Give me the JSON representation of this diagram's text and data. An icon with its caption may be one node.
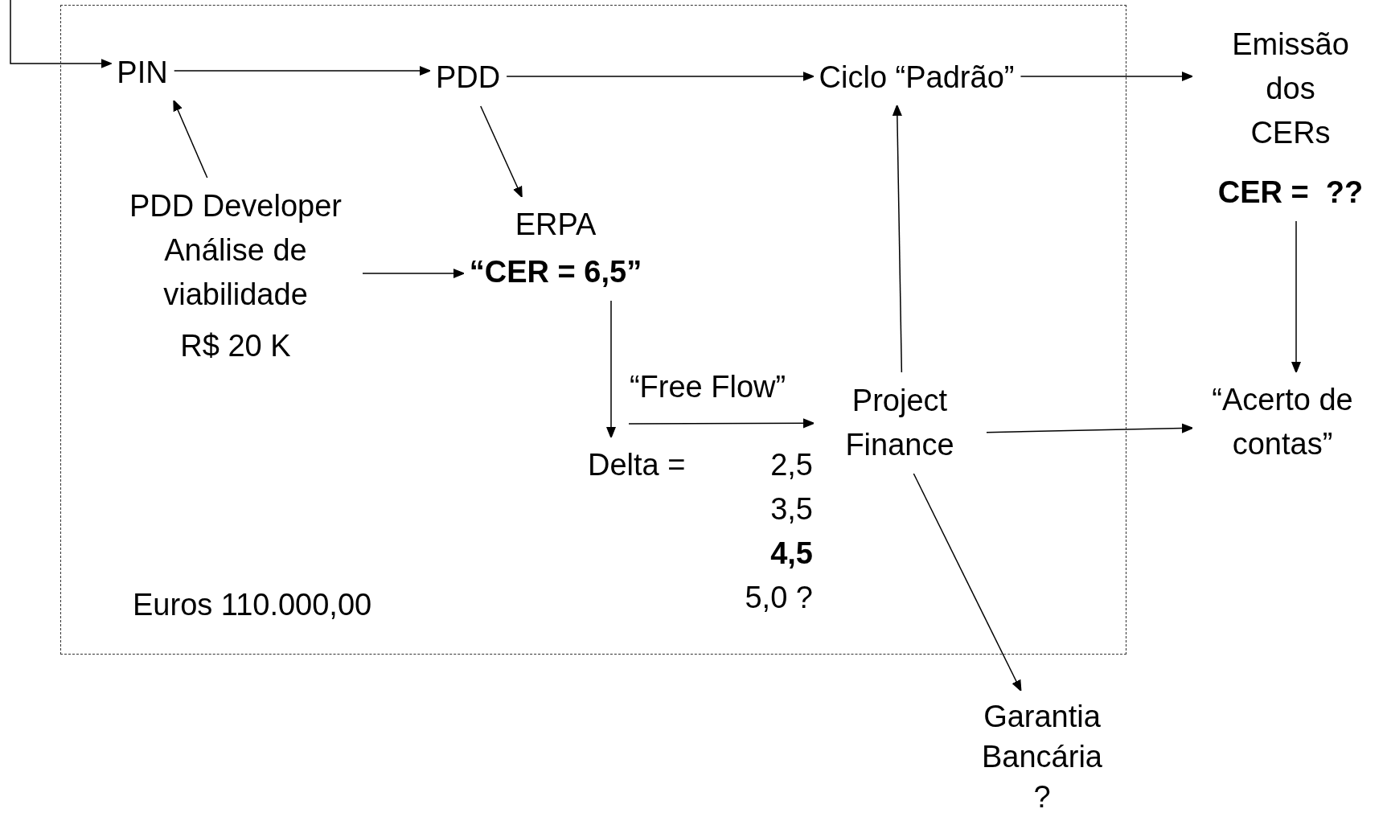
{
  "diagram": {
    "nodes": [
      {
        "text": [],
        "shape": "box"
      },
      {
        "text": [
          "PIN"
        ],
        "in": 0
      },
      {
        "text": [
          "PDD"
        ],
        "in": 0
      },
      {
        "text": [
          "Ciclo “Padrão”"
        ],
        "in": 0
      },
      {
        "text": [
          "Emissão dos CERs",
          "CER =  ??"
        ]
      },
      {
        "text": [
          "PDD Developer Análise de viabilidade",
          "R$ 20 K"
        ],
        "in": 0
      },
      {
        "text": [
          "ERPA",
          "“CER = 6,5”"
        ],
        "in": 0
      },
      {
        "text": [
          "Delta =",
          "2,5",
          "3,5",
          "4,5",
          "5,0 ?"
        ],
        "in": 0
      },
      {
        "text": [
          "Project Finance"
        ],
        "in": 0
      },
      {
        "text": [
          "“Acerto de contas”"
        ]
      },
      {
        "text": [
          "Garantia Bancária ?"
        ]
      }
    ],
    "edges": [
      {
        "from": null,
        "to": 1,
        "arrow": "to"
      },
      {
        "from": 1,
        "to": 2,
        "arrow": "to"
      },
      {
        "from": 5,
        "to": 1,
        "arrow": "to"
      },
      {
        "from": 2,
        "to": 3,
        "arrow": "to"
      },
      {
        "from": 2,
        "to": 6,
        "arrow": "to"
      },
      {
        "from": 5,
        "to": 6,
        "arrow": "to"
      },
      {
        "from": 6,
        "to": 7,
        "arrow": "to"
      },
      {
        "from": 7,
        "to": 8,
        "arrow": "to",
        "label": "“Free Flow”"
      },
      {
        "from": 8,
        "to": 3,
        "arrow": "to"
      },
      {
        "from": 3,
        "to": 4,
        "arrow": "to"
      },
      {
        "from": 4,
        "to": 9,
        "arrow": "to"
      },
      {
        "from": 8,
        "to": 9,
        "arrow": "to"
      },
      {
        "from": 8,
        "to": 10,
        "arrow": "to"
      }
    ],
    "labels": [
      "Euros 110.000,00"
    ]
  }
}
